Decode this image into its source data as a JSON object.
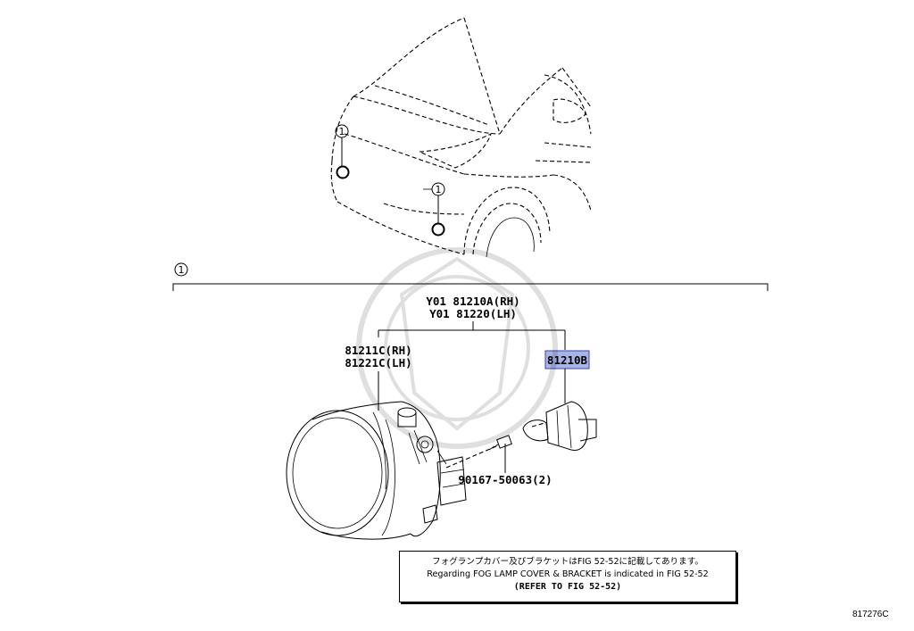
{
  "callouts": {
    "ref_number": "1"
  },
  "parts": {
    "assembly_rh": "Y01 81210A(RH)",
    "assembly_lh": "Y01 81220(LH)",
    "unit_rh": "81211C(RH)",
    "unit_lh": "81221C(LH)",
    "bulb": "81210B",
    "screw": "90167-50063(2)"
  },
  "note": {
    "line_jp": "フォグランプカバー及びブラケットはFIG 52-52に記載してあります。",
    "line_en": "Regarding FOG LAMP COVER & BRACKET is indicated in FIG 52-52",
    "line_ref": "(REFER TO FIG 52-52)"
  },
  "figure_number": "817276C",
  "colors": {
    "highlight_fill": "#a9b4e6",
    "highlight_border": "#3a46a8"
  }
}
